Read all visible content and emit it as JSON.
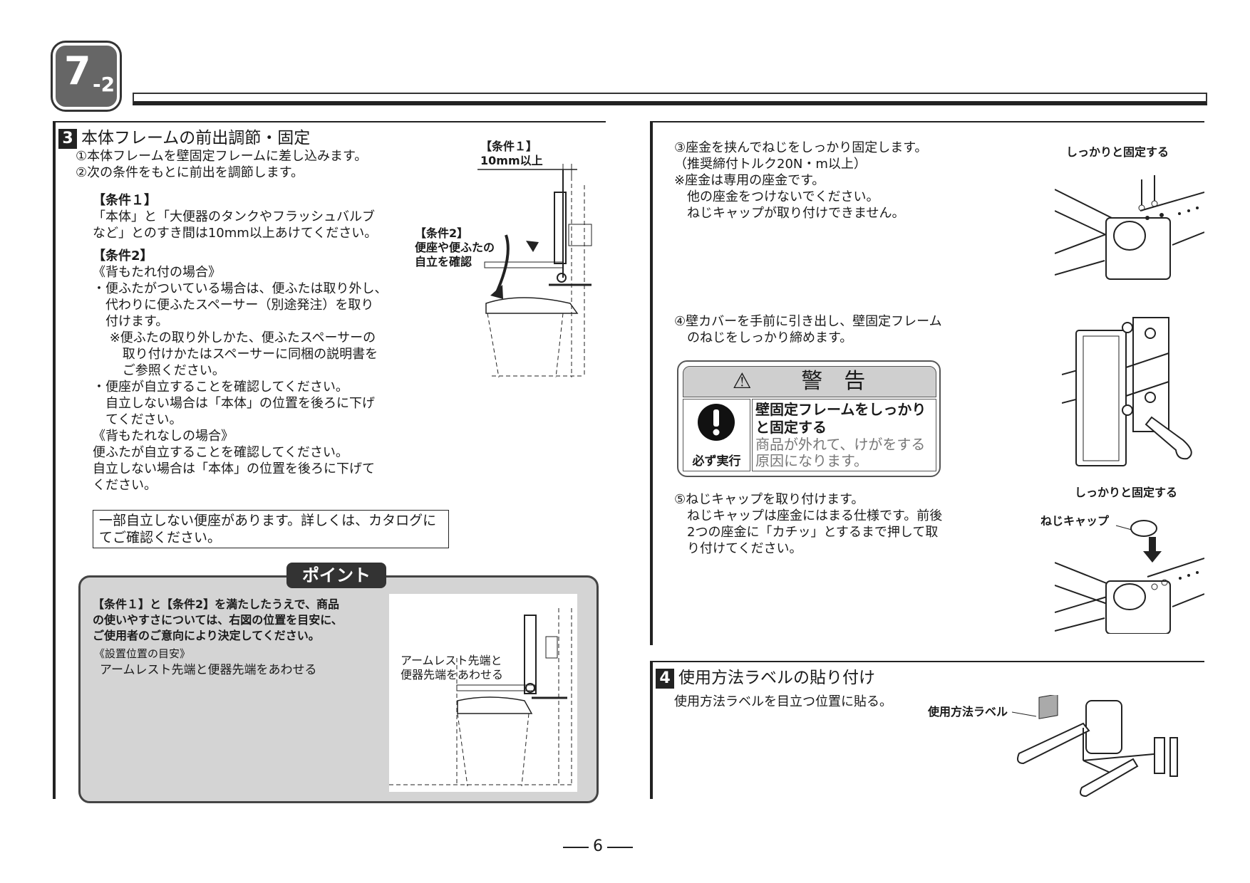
{
  "badge": {
    "main": "7",
    "sub": "-2"
  },
  "section3": {
    "number": "3",
    "title": "本体フレームの前出調節・固定",
    "steps": [
      "①本体フレームを壁固定フレームに差し込みます。",
      "②次の条件をもとに前出を調節します。"
    ],
    "cond1_heading": "【条件１】",
    "cond1_text": "「本体」と「大便器のタンクやフラッシュバルブ\nなど」とのすき間は10mm以上あけてください。",
    "cond2_heading": "【条件2】",
    "cond2_case1_title": "《背もたれ付の場合》",
    "cond2_case1_text": "・便ふたがついている場合は、便ふたは取り外し、\n　代わりに便ふたスペーサー（別途発注）を取り\n　付けます。\n　 ※便ふたの取り外しかた、便ふたスペーサーの\n　　 取り付けかたはスペーサーに同梱の説明書を\n　　 ご参照ください。\n・便座が自立することを確認してください。\n　自立しない場合は「本体」の位置を後ろに下げ\n　てください。",
    "cond2_case2_title": "《背もたれなしの場合》",
    "cond2_case2_text": "便ふたが自立することを確認してください。\n自立しない場合は「本体」の位置を後ろに下げて\nください。",
    "note_box": "一部自立しない便座があります。詳しくは、カタログに\nてご確認ください。",
    "diagram_label1": "【条件１】\n10mm以上",
    "diagram_label2": "【条件2】\n便座や便ふたの\n自立を確認"
  },
  "point": {
    "tab": "ポイント",
    "bold_text": "【条件１】と【条件2】を満たしたうえで、商品\nの使いやすさについては、右図の位置を目安に、\nご使用者のご意向により決定してください。",
    "sub_title": "《設置位置の目安》",
    "sub_text": "アームレスト先端と便器先端をあわせる",
    "image_label": "アームレスト先端と\n便器先端をあわせる"
  },
  "right": {
    "step3": "③座金を挟んでねじをしっかり固定します。",
    "step3_torque": "（推奨締付トルク20N・m以上）",
    "step3_note": "※座金は専用の座金です。\n　他の座金をつけないでください。\n　ねじキャップが取り付けできません。",
    "label_fix1": "しっかりと固定する",
    "step4": "④壁カバーを手前に引き出し、壁固定フレーム\n　のねじをしっかり締めます。",
    "warning": {
      "title": "警告",
      "symbol": "⚠",
      "must": "必ず実行",
      "bold": "壁固定フレームをしっかり\nと固定する",
      "text": "商品が外れて、けがをする\n原因になります。"
    },
    "step5": "⑤ねじキャップを取り付けます。\n　ねじキャップは座金にはまる仕様です。前後\n　2つの座金に「カチッ」とするまで押して取\n　り付けてください。",
    "label_fix2": "しっかりと固定する",
    "label_cap": "ねじキャップ"
  },
  "section4": {
    "number": "4",
    "title": "使用方法ラベルの貼り付け",
    "text": "使用方法ラベルを目立つ位置に貼る。",
    "label": "使用方法ラベル"
  },
  "page_number": "6"
}
